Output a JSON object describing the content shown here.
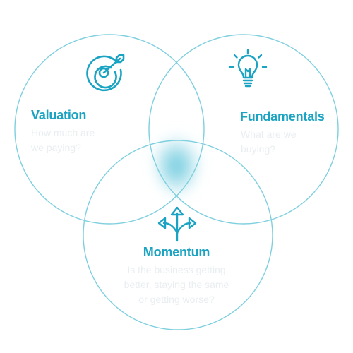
{
  "colors": {
    "accent": "#1aa3c2",
    "circle_stroke": "#7fcfdf",
    "glow": "#5cc4da",
    "faint_text": "#e9eef1"
  },
  "circles": [
    {
      "name": "Valuation",
      "description_lines": [
        "How much are",
        "we paying?"
      ],
      "icon": "target-icon"
    },
    {
      "name": "Fundamentals",
      "description_lines": [
        "What are we",
        "buying?"
      ],
      "icon": "lightbulb-icon"
    },
    {
      "name": "Momentum",
      "description_lines": [
        "Is the business getting",
        "better, staying the same",
        "or getting worse?"
      ],
      "icon": "diverging-arrows-icon"
    }
  ]
}
